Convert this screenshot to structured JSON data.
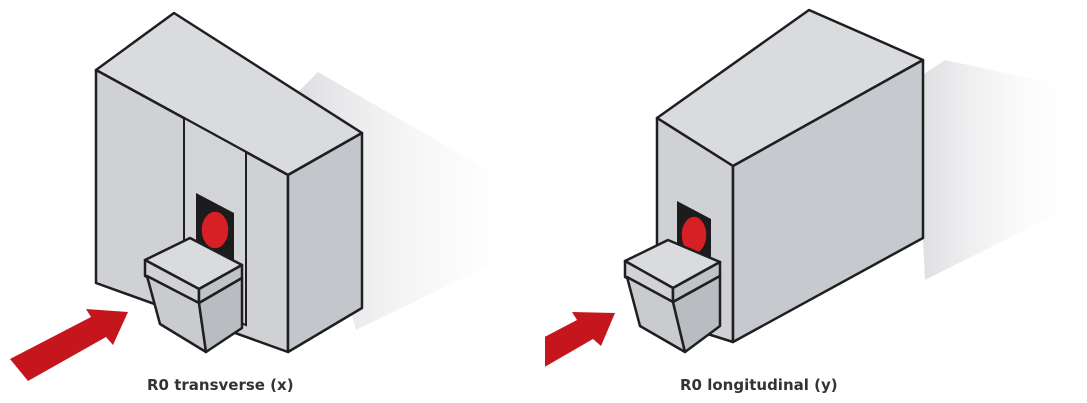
{
  "figures": [
    {
      "caption": "R0 transverse (x)",
      "orientation": "transverse",
      "axis": "x",
      "beam_marker_color": "#d71f26",
      "arrow_color": "#c5161e"
    },
    {
      "caption": "R0 longitudinal (y)",
      "orientation": "longitudinal",
      "axis": "y",
      "beam_marker_color": "#d71f26",
      "arrow_color": "#c5161e"
    }
  ],
  "colors": {
    "box_face": "#cfd1d5",
    "box_side": "#c3c6cb",
    "box_top": "#d9dbde",
    "outline": "#1f1f1f",
    "shadow": "#e9e9eb",
    "window": "#1c1c1c"
  }
}
